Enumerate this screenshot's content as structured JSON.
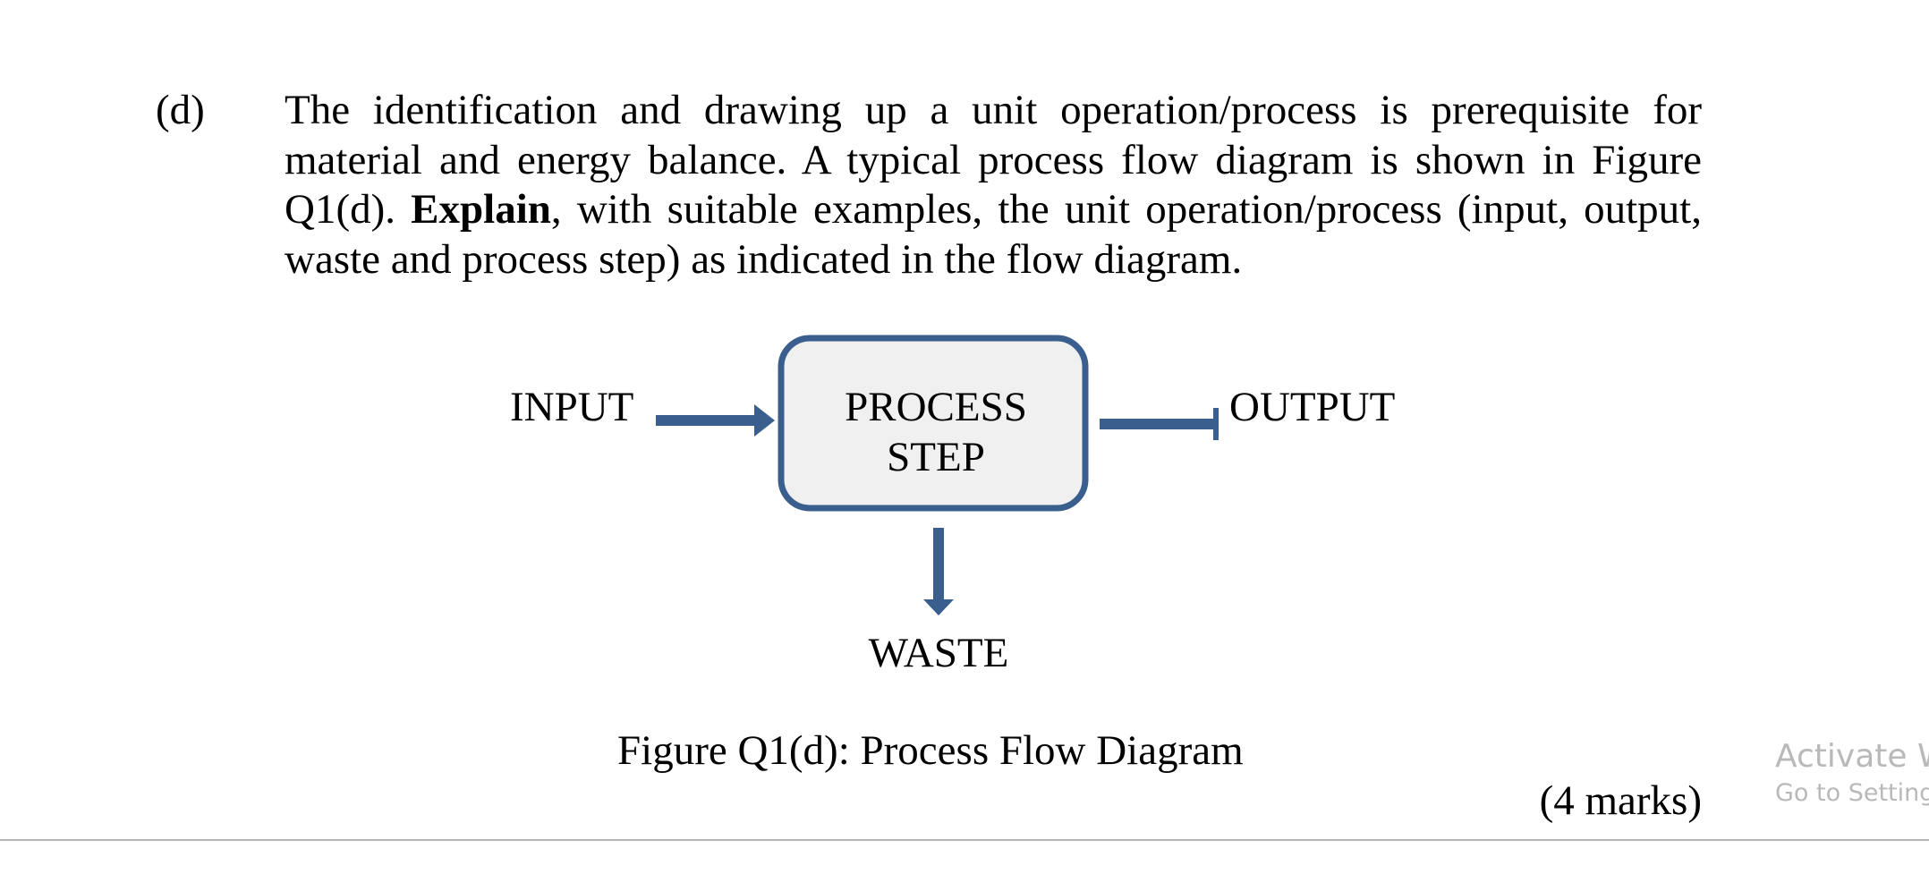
{
  "question": {
    "label": "(d)",
    "text_before": "The identification and drawing up a unit operation/process is prerequisite for material and energy balance. A typical process flow diagram is shown in Figure Q1(d). ",
    "text_bold": "Explain",
    "text_after": ", with suitable examples, the unit operation/process (input, output, waste and process step) as indicated in the flow diagram."
  },
  "diagram": {
    "input_label": "INPUT",
    "process_line1": "PROCESS",
    "process_line2": "STEP",
    "output_label": "OUTPUT",
    "waste_label": "WASTE",
    "arrow_color": "#3a5f8e",
    "box_fill": "#f0f0f0",
    "box_stroke": "#3a5f8e"
  },
  "caption": "Figure Q1(d): Process Flow Diagram",
  "marks": "(4 marks)",
  "watermark": {
    "title": "Activate W",
    "subtitle": "Go to Setting"
  }
}
